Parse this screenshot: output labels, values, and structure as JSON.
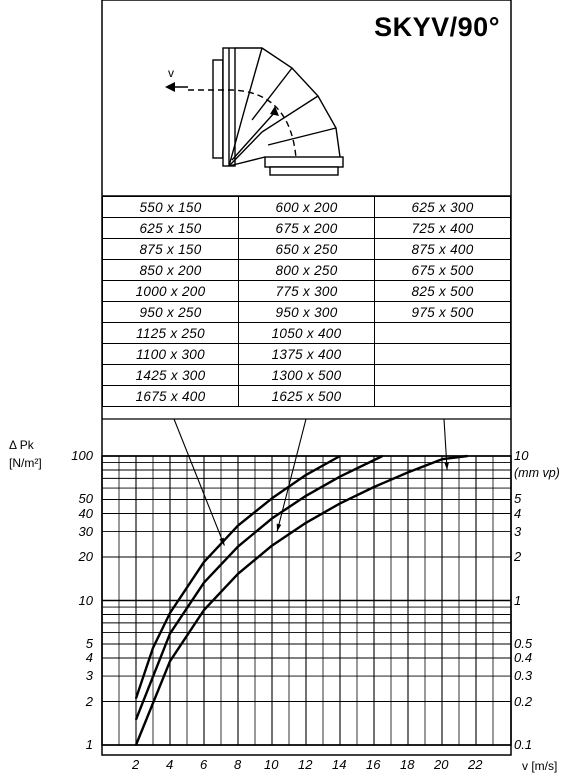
{
  "title": "SKYV/90°",
  "diagram": {
    "flow_label": "v"
  },
  "size_table": {
    "columns": [
      [
        "550 x 150",
        "625 x 150",
        "875 x 150",
        "850 x 200",
        "1000 x 200",
        "950 x 250",
        "1125 x 250",
        "1100 x 300",
        "1425 x 300",
        "1675 x 400"
      ],
      [
        "600 x 200",
        "675 x 200",
        "650 x 250",
        "800 x 250",
        "775 x 300",
        "950 x 300",
        "1050 x 400",
        "1375 x 400",
        "1300 x 500",
        "1625 x 500"
      ],
      [
        "625 x 300",
        "725 x 400",
        "875 x 400",
        "675 x 500",
        "825 x 500",
        "975 x 500",
        "",
        "",
        "",
        ""
      ]
    ]
  },
  "chart_data": {
    "type": "line",
    "title": "SKYV/90°",
    "xlabel": "v [m/s]",
    "ylabel_left": [
      "Δ Pk",
      "[N/m²]"
    ],
    "ylabel_right": "(mm vp)",
    "x_scale": "linear",
    "y_scale": "log",
    "xlim": [
      1,
      23
    ],
    "ylim": [
      1,
      100
    ],
    "x_ticks": [
      2,
      4,
      6,
      8,
      10,
      12,
      14,
      16,
      18,
      20,
      22
    ],
    "y_ticks_left": [
      1,
      2,
      3,
      4,
      5,
      10,
      20,
      30,
      40,
      50,
      100
    ],
    "y_ticks_right": [
      {
        "value": 1,
        "label": "0.1"
      },
      {
        "value": 2,
        "label": "0.2"
      },
      {
        "value": 3,
        "label": "0.3"
      },
      {
        "value": 4,
        "label": "0.4"
      },
      {
        "value": 5,
        "label": "0.5"
      },
      {
        "value": 10,
        "label": "1"
      },
      {
        "value": 20,
        "label": "2"
      },
      {
        "value": 30,
        "label": "3"
      },
      {
        "value": 40,
        "label": "4"
      },
      {
        "value": 50,
        "label": "5"
      },
      {
        "value": 100,
        "label": "10"
      }
    ],
    "grid": true,
    "series": [
      {
        "x": [
          2,
          3,
          4,
          6,
          8,
          10,
          12,
          14
        ],
        "y": [
          2.1,
          4.7,
          8.2,
          18.5,
          33,
          51,
          74,
          100
        ]
      },
      {
        "x": [
          2,
          4,
          6,
          8,
          10,
          12,
          14,
          16.5
        ],
        "y": [
          1.5,
          5.9,
          13.3,
          23.6,
          37,
          53,
          72,
          100
        ]
      },
      {
        "x": [
          2,
          4,
          6,
          8,
          10,
          12,
          14,
          16,
          18,
          20,
          21.5
        ],
        "y": [
          1,
          3.8,
          8.6,
          15.3,
          24,
          34.5,
          47,
          61,
          77,
          95,
          100
        ]
      }
    ]
  }
}
